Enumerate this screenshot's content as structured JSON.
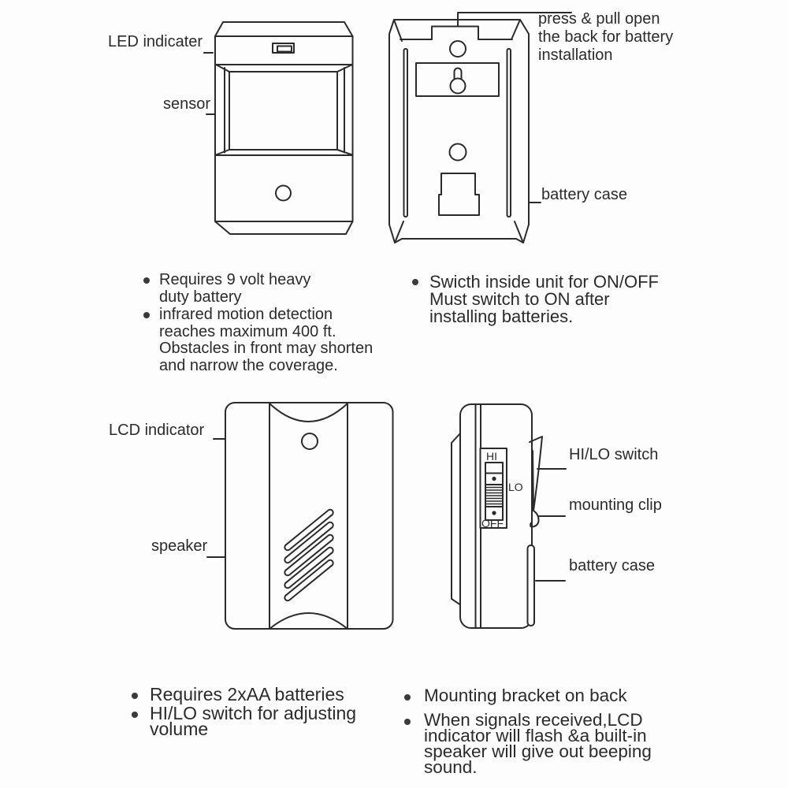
{
  "transmitter_front": {
    "label_led": "LED indicater",
    "label_sensor": "sensor"
  },
  "transmitter_back": {
    "note_press": "press & pull open\nthe back for battery\ninstallation",
    "label_battery": "battery case"
  },
  "notes_transmitter_left": [
    "Requires 9 volt heavy\nduty battery",
    "infrared motion detection\nreaches maximum 400 ft.\nObstacles in front may shorten\nand narrow the coverage."
  ],
  "notes_transmitter_right": [
    "Swicth inside unit for ON/OFF\nMust switch to ON after\ninstalling batteries."
  ],
  "receiver_front": {
    "label_lcd": "LCD indicator",
    "label_speaker": "speaker"
  },
  "receiver_side": {
    "label_hilo": "HI/LO switch",
    "label_clip": "mounting clip",
    "label_battery": "battery case",
    "switch_hi": "HI",
    "switch_lo": "LO",
    "switch_off": "OFF"
  },
  "notes_receiver_left": [
    "Requires 2xAA batteries",
    "HI/LO switch for adjusting\nvolume"
  ],
  "notes_receiver_right": [
    "Mounting bracket on back",
    "When signals received,LCD\nindicator will flash &a built-in\nspeaker will give out beeping\nsound."
  ]
}
